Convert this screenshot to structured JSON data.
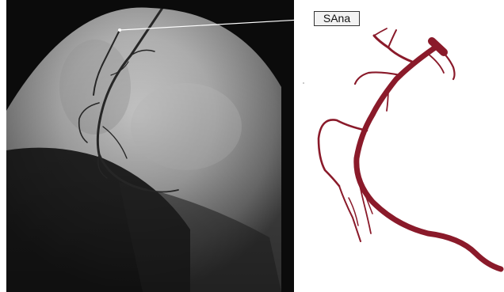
{
  "annotation": {
    "label": "SAna"
  },
  "colors": {
    "background": "#ffffff",
    "angiogram_dark": "#0b0b0b",
    "angiogram_light": "#d6d6d6",
    "vessel_reconstruction": "#8a1a2a",
    "leader_line": "#ffffff"
  },
  "panels": [
    {
      "name": "coronary-angiogram",
      "kind": "x-ray image"
    },
    {
      "name": "vessel-tree-reconstruction",
      "kind": "3d vessel rendering"
    }
  ]
}
